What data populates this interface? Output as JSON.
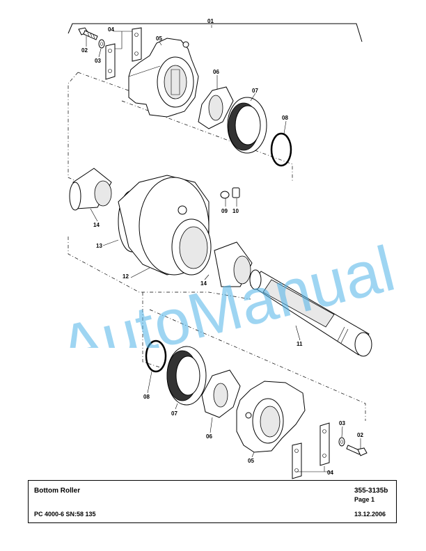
{
  "labels": {
    "l01": "01",
    "l02a": "02",
    "l03a": "03",
    "l04a": "04",
    "l05a": "05",
    "l06a": "06",
    "l07a": "07",
    "l08a": "08",
    "l09": "09",
    "l10": "10",
    "l14a": "14",
    "l13": "13",
    "l12": "12",
    "l14b": "14",
    "l11": "11",
    "l08b": "08",
    "l07b": "07",
    "l06b": "06",
    "l05b": "05",
    "l03b": "03",
    "l02b": "02",
    "l04b": "04"
  },
  "watermark": "AutoManual",
  "title_block": {
    "title": "Bottom Roller",
    "doc_number": "355-3135b",
    "page": "Page 1",
    "model": "PC 4000-6 SN:58 135",
    "date": "13.12.2006"
  }
}
